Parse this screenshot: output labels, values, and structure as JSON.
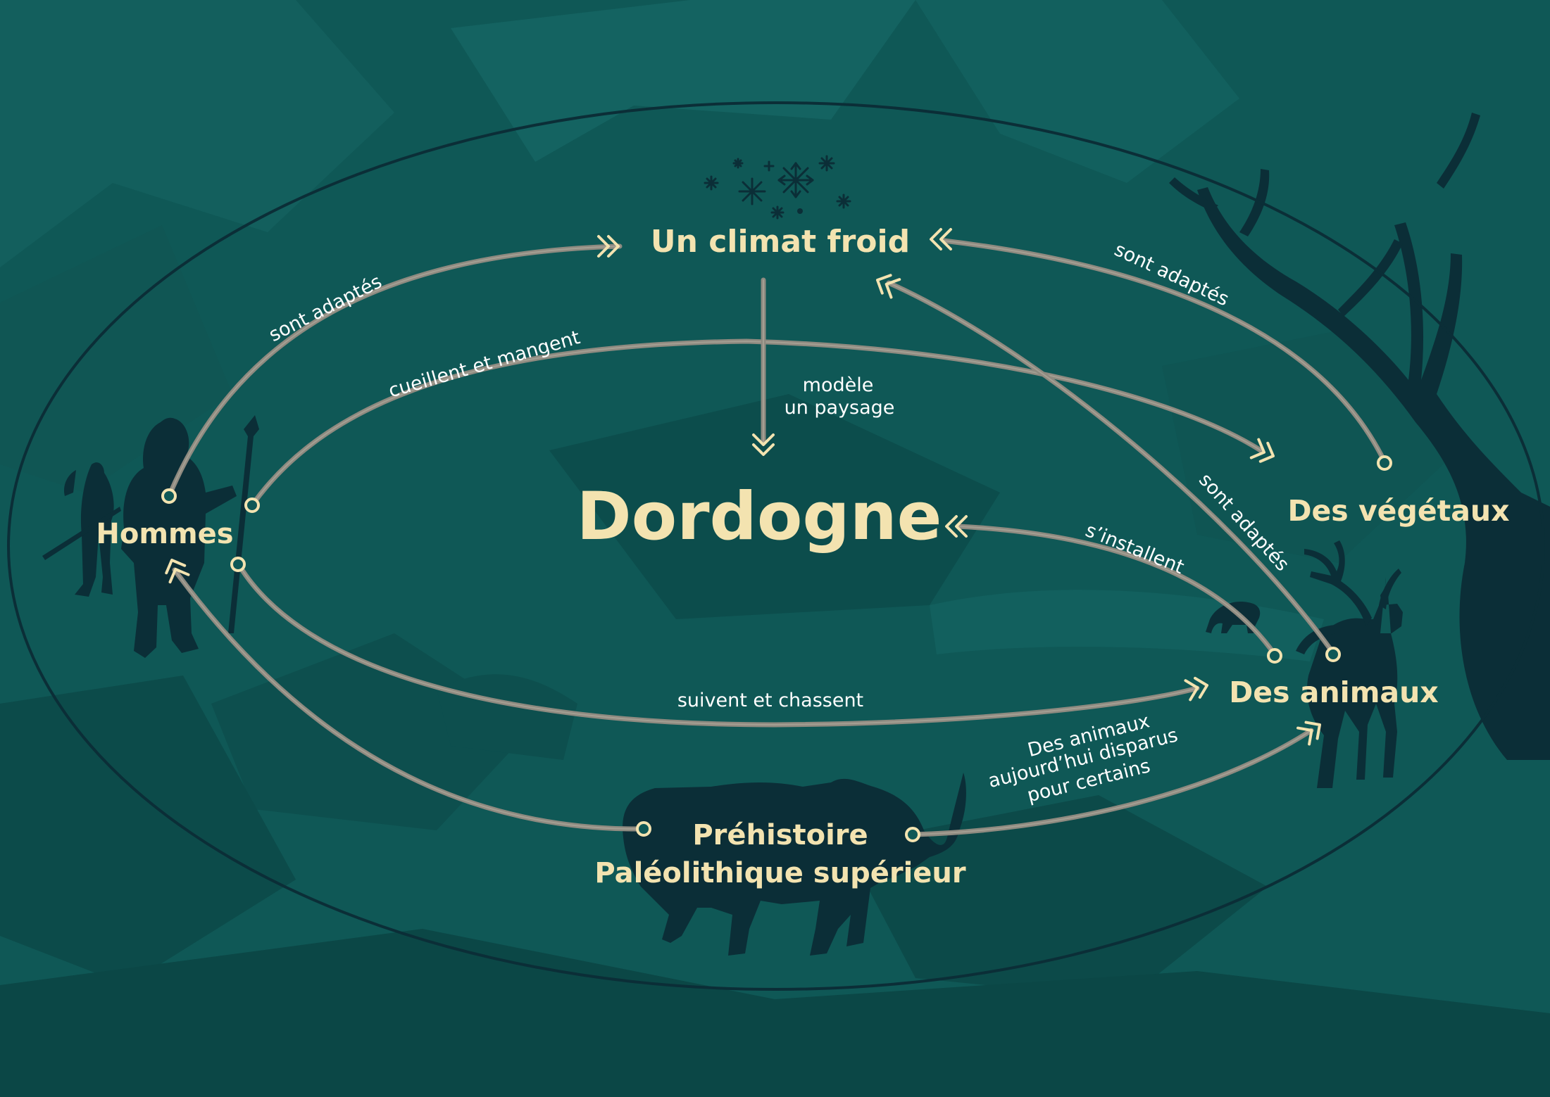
{
  "center": {
    "title": "Dordogne"
  },
  "nodes": {
    "climate": "Un climat froid",
    "men": "Hommes",
    "plants": "Des végétaux",
    "animals": "Des animaux",
    "prehistory_line1": "Préhistoire",
    "prehistory_line2": "Paléolithique supérieur"
  },
  "links": {
    "men_climate": "sont adaptés",
    "men_plants": "cueillent et mangent",
    "climate_dordogne_line1": "modèle",
    "climate_dordogne_line2": "un paysage",
    "plants_climate": "sont adaptés",
    "animals_climate": "sont adaptés",
    "animals_dordogne": "s’installent",
    "men_animals": "suivent et chassent",
    "prehistory_animals_line1": "Des animaux",
    "prehistory_animals_line2": "aujourd’hui disparus",
    "prehistory_animals_line3": "pour certains"
  },
  "colors": {
    "background": "#0f5856",
    "label_text": "#f3e3b0",
    "arrow": "#8e8a80",
    "silhouette": "#0b2e37"
  }
}
